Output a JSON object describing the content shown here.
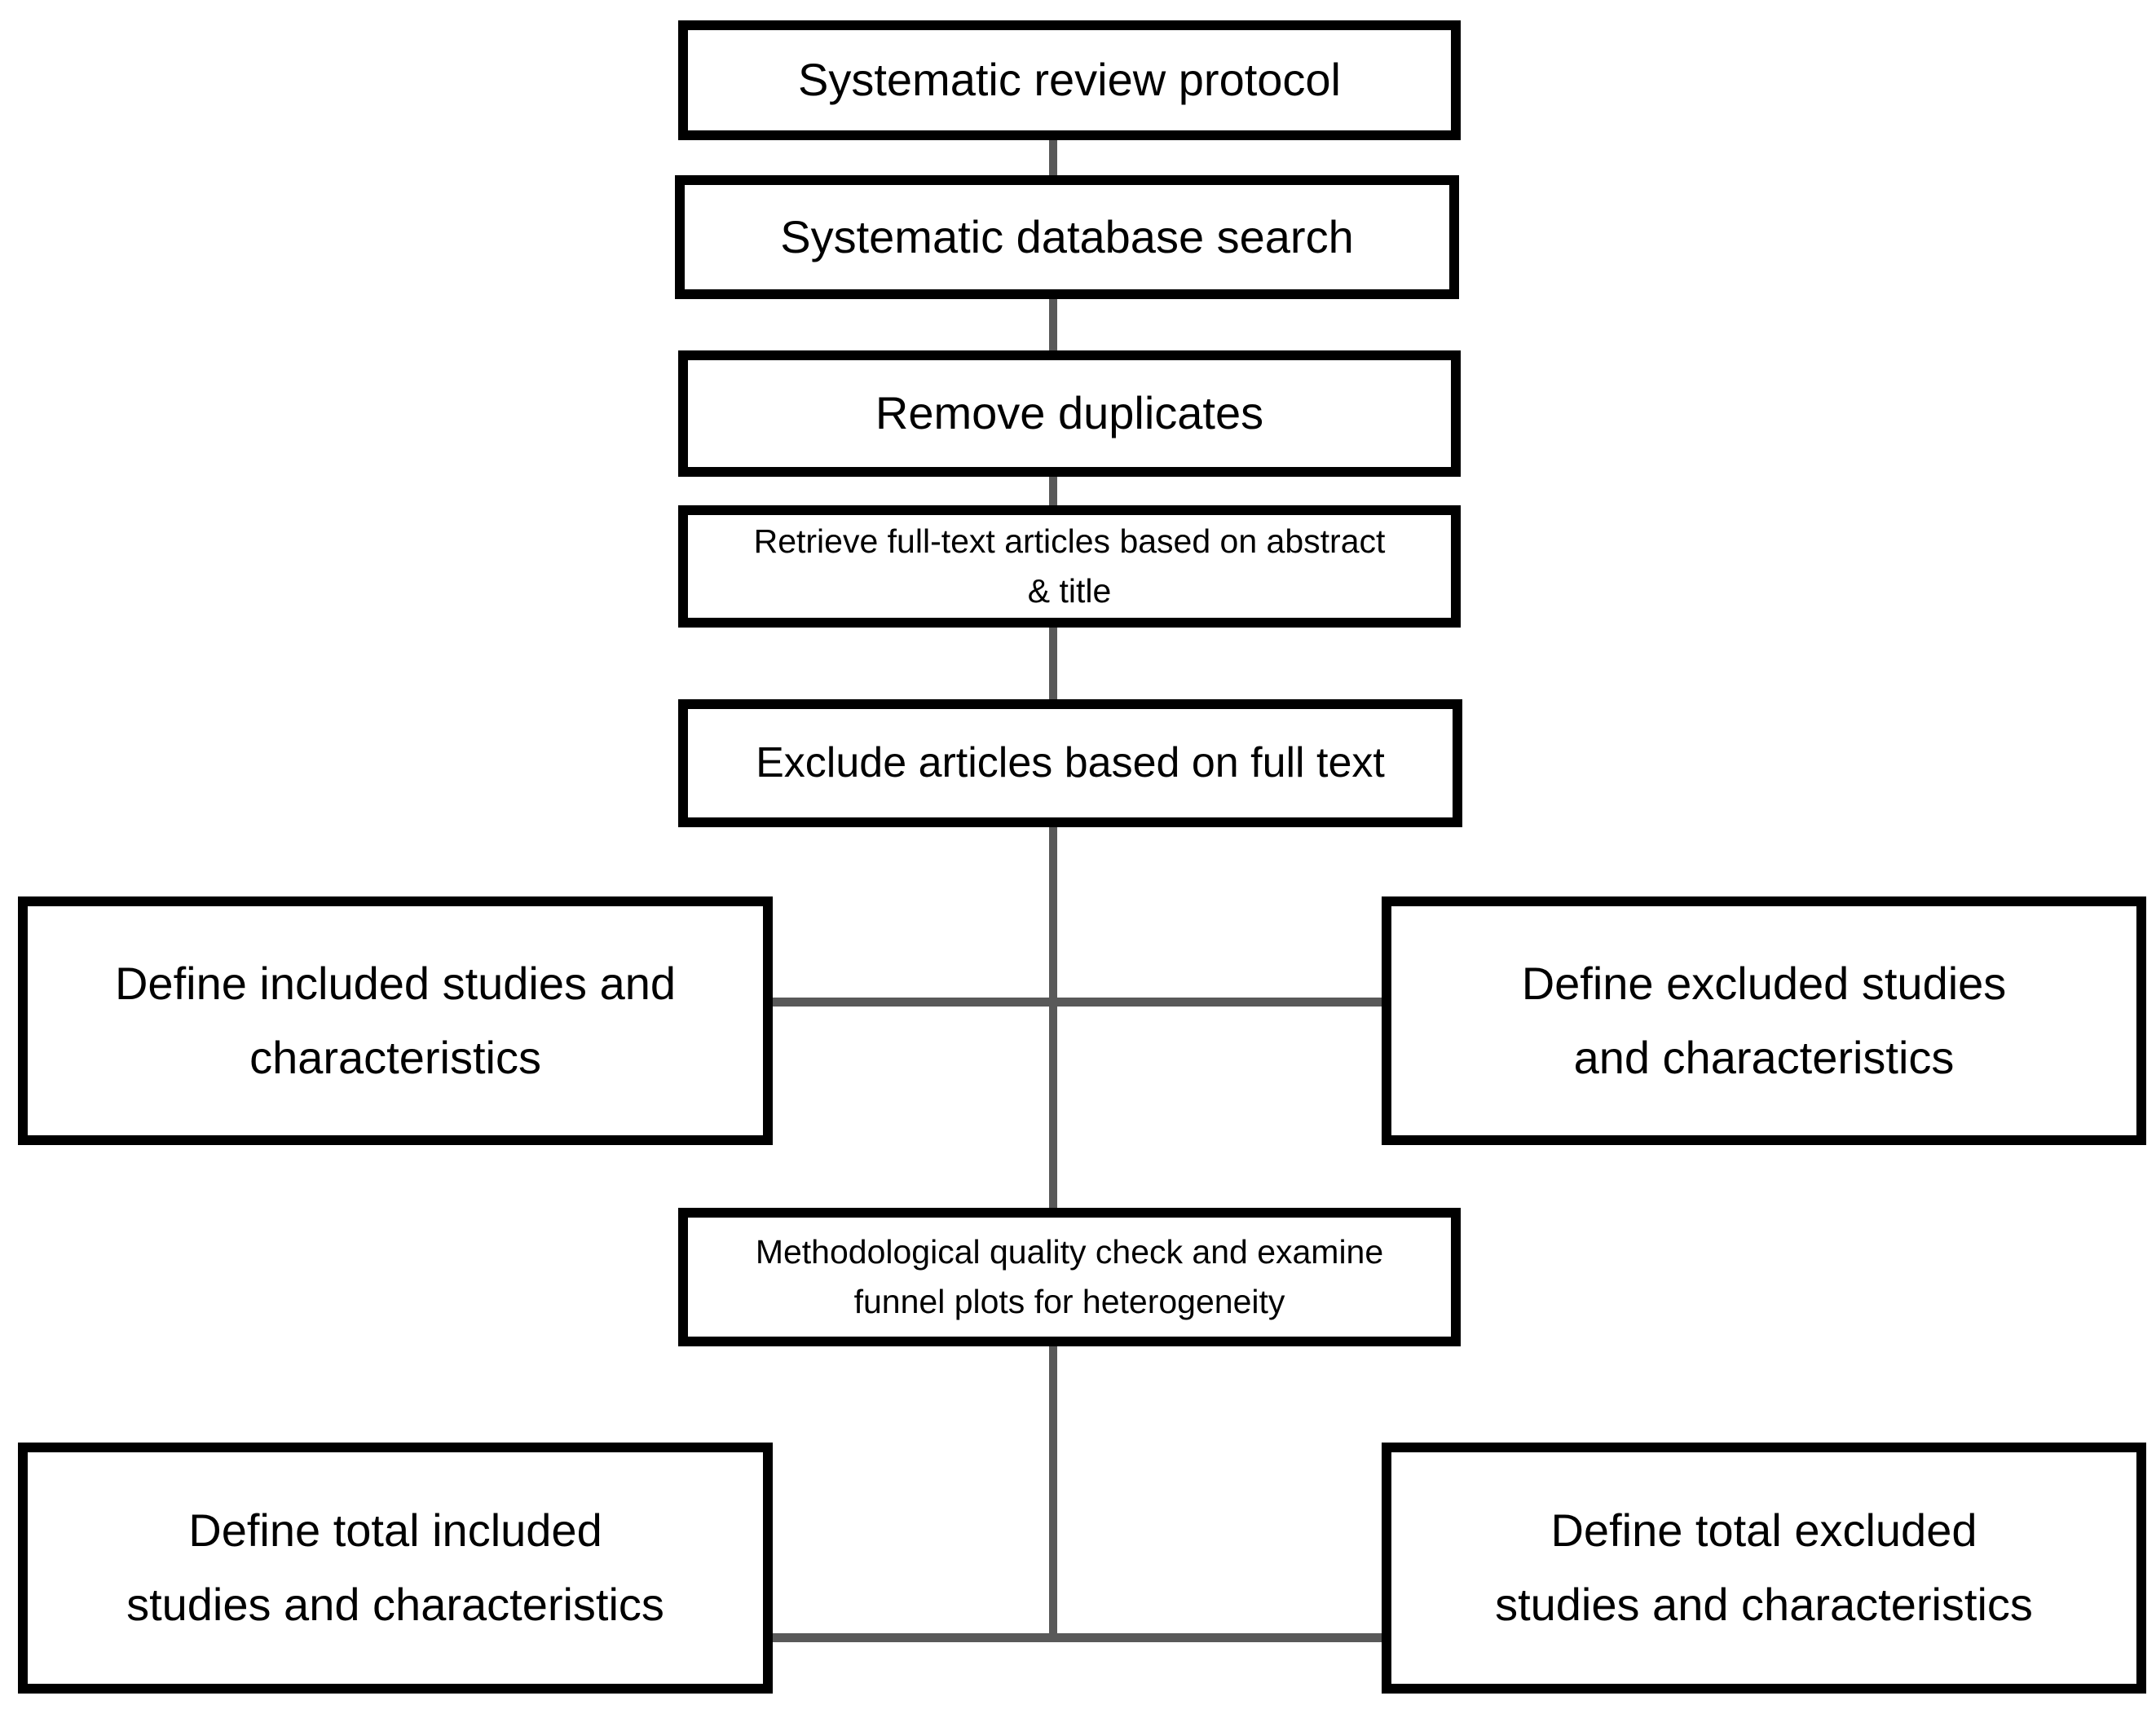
{
  "diagram": {
    "type": "flowchart",
    "background_color": "#ffffff",
    "box_border_color": "#000000",
    "connector_color": "#595959",
    "text_color": "#000000"
  },
  "nodes": {
    "protocol": {
      "label": "Systematic review protocol"
    },
    "search": {
      "label": "Systematic database search"
    },
    "duplicates": {
      "label": "Remove duplicates"
    },
    "retrieve": {
      "label": "Retrieve full-text articles based on abstract\n& title"
    },
    "exclude": {
      "label": "Exclude articles based on full text"
    },
    "included": {
      "label": "Define included studies and\ncharacteristics"
    },
    "excluded": {
      "label": "Define excluded studies\nand characteristics"
    },
    "quality": {
      "label": "Methodological quality check and examine\nfunnel plots for heterogeneity"
    },
    "total_included": {
      "label": "Define total included\nstudies and characteristics"
    },
    "total_excluded": {
      "label": "Define total excluded\nstudies and characteristics"
    }
  },
  "edges": [
    {
      "from": "protocol",
      "to": "search"
    },
    {
      "from": "search",
      "to": "duplicates"
    },
    {
      "from": "duplicates",
      "to": "retrieve"
    },
    {
      "from": "retrieve",
      "to": "exclude"
    },
    {
      "from": "exclude",
      "to": "included"
    },
    {
      "from": "exclude",
      "to": "excluded"
    },
    {
      "from": "exclude",
      "to": "quality"
    },
    {
      "from": "quality",
      "to": "total_included"
    },
    {
      "from": "quality",
      "to": "total_excluded"
    }
  ]
}
